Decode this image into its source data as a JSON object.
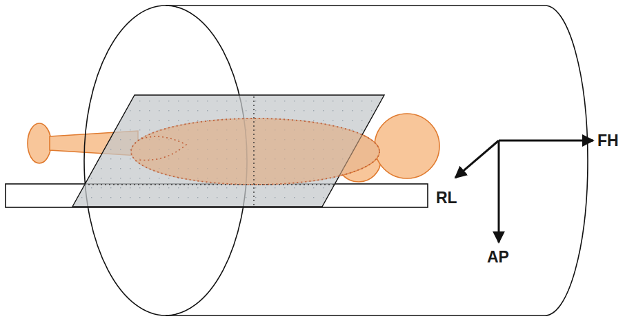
{
  "diagram": {
    "labels": [
      "FH",
      "RL",
      "AP"
    ]
  }
}
